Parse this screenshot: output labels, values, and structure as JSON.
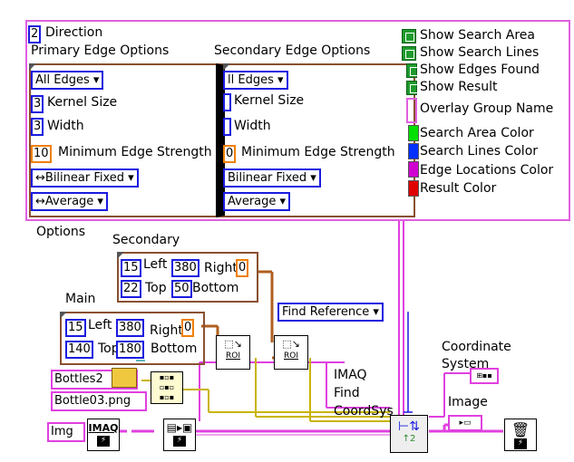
{
  "top": {
    "direction_value": "2",
    "direction_label": "Direction",
    "primary_title": "Primary Edge Options",
    "secondary_title": "Secondary Edge Options"
  },
  "primary": {
    "edges": "All Edges",
    "kernel_value": "3",
    "kernel_label": "Kernel Size",
    "width_value": "3",
    "width_label": "Width",
    "strength_value": "10",
    "strength_label": "Minimum Edge Strength",
    "interp": "Bilinear Fixed",
    "profile": "Average"
  },
  "secondary": {
    "edges": "ll Edges",
    "kernel_label": "Kernel Size",
    "width_label": "Width",
    "strength_value": "0",
    "strength_label": "Minimum Edge Strength",
    "interp": "Bilinear Fixed",
    "profile": "Average"
  },
  "right_options": {
    "show_search_area": "Show Search Area",
    "show_search_lines": "Show Search Lines",
    "show_edges_found": "Show Edges Found",
    "show_result": "Show Result",
    "overlay_group": "Overlay Group Name",
    "search_area_color": "Search Area Color",
    "search_lines_color": "Search Lines Color",
    "edge_locations_color": "Edge Locations Color",
    "result_color": "Result Color",
    "colors": {
      "search_area": "#00e000",
      "search_lines": "#0030ff",
      "edge_locations": "#d000d0",
      "result": "#e00000"
    }
  },
  "labels": {
    "options": "Options",
    "secondary": "Secondary",
    "main": "Main",
    "left": "Left",
    "right": "Right",
    "top": "Top",
    "bottom": "Bottom",
    "find_reference": "Find Reference",
    "imaq_find": "IMAQ\nFind\nCoordSys",
    "coordinate_system": "Coordinate\nSystem",
    "image": "Image",
    "roi": "ROI",
    "imaq": "IMAQ"
  },
  "secondary_rect": {
    "left": "15",
    "right": "380",
    "right_val": "0",
    "top": "22",
    "bottom": "50"
  },
  "main_rect": {
    "left": "15",
    "right": "380",
    "right_val": "0",
    "top": "140",
    "bottom": "180"
  },
  "files": {
    "folder": "Bottles2",
    "file": "Bottle03.png",
    "img": "Img"
  }
}
